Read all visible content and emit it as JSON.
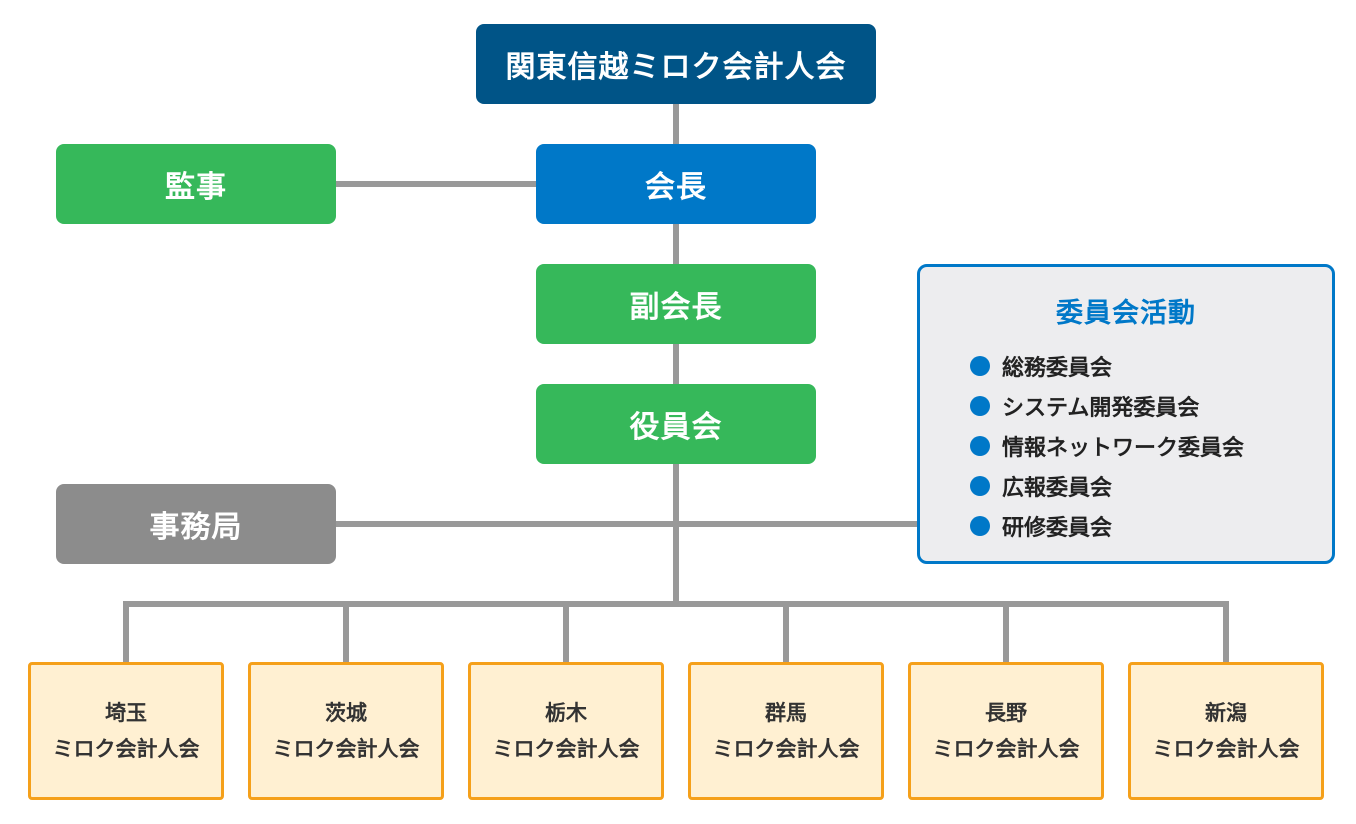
{
  "org_chart": {
    "top": "関東信越ミロク会計人会",
    "president": "会長",
    "auditor": "監事",
    "vice_president": "副会長",
    "board": "役員会",
    "secretariat": "事務局",
    "committee": {
      "title": "委員会活動",
      "items": [
        "総務委員会",
        "システム開発委員会",
        "情報ネットワーク委員会",
        "広報委員会",
        "研修委員会"
      ]
    },
    "branches": [
      {
        "region": "埼玉",
        "name": "ミロク会計人会"
      },
      {
        "region": "茨城",
        "name": "ミロク会計人会"
      },
      {
        "region": "栃木",
        "name": "ミロク会計人会"
      },
      {
        "region": "群馬",
        "name": "ミロク会計人会"
      },
      {
        "region": "長野",
        "name": "ミロク会計人会"
      },
      {
        "region": "新潟",
        "name": "ミロク会計人会"
      }
    ]
  },
  "colors": {
    "top": "#005487",
    "president": "#0078c8",
    "green": "#36b85a",
    "secretariat": "#8c8c8c",
    "committee_border": "#0078c8",
    "committee_bg": "#ededef",
    "branch_border": "#f5a01a",
    "branch_bg": "#fff0d2",
    "connector": "#999999"
  }
}
